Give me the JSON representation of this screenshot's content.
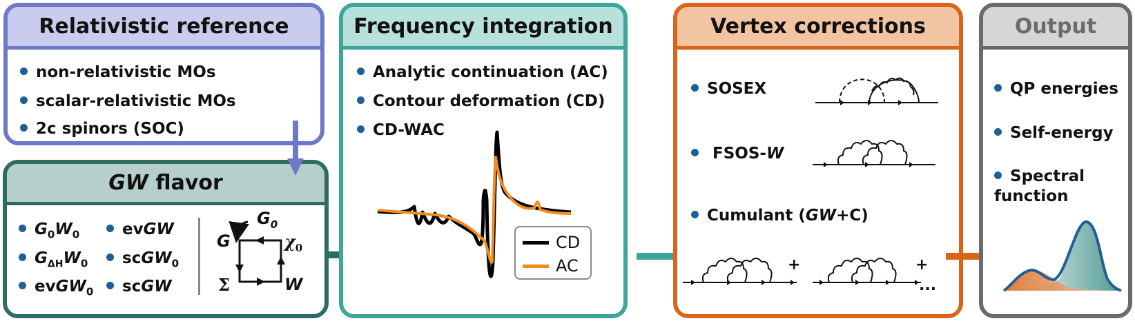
{
  "colors": {
    "relativistic": "#6d78c9",
    "relativistic_header": "#c9ccec",
    "gw": "#2e6b61",
    "gw_header": "#b6cfcb",
    "frequency": "#3ea59c",
    "frequency_header": "#b8e1dc",
    "vertex": "#d9641a",
    "vertex_header": "#f3c4a2",
    "output": "#6b6b6b",
    "output_header": "#d6d6d6",
    "bullet": "#1f5f96",
    "cd_line": "#000000",
    "ac_line": "#f28c1f"
  },
  "relativistic": {
    "title": "Relativistic reference",
    "items": [
      "non-relativistic  MOs",
      "scalar-relativistic MOs",
      "2c spinors (SOC)"
    ]
  },
  "gw": {
    "title_italic": "GW",
    "title_rest": " flavor",
    "methods": [
      "G0W0",
      "GΔHW0",
      "evGW0",
      "evGW",
      "scGW0",
      "scGW"
    ],
    "cycle": {
      "g0": "G0",
      "g": "G",
      "chi": "χ0",
      "w": "W",
      "sigma": "Σ"
    }
  },
  "frequency": {
    "title": "Frequency integration",
    "items": [
      "Analytic continuation (AC)",
      "Contour deformation (CD)",
      "CD-WAC"
    ],
    "legend": [
      "CD",
      "AC"
    ]
  },
  "vertex": {
    "title": "Vertex corrections",
    "items": [
      "SOSEX",
      "FSOS-W",
      "Cumulant (GW+C)"
    ],
    "plus": "+",
    "ellipsis": "..."
  },
  "output": {
    "title": "Output",
    "items": [
      "QP energies",
      "Self-energy",
      "Spectral function"
    ]
  }
}
